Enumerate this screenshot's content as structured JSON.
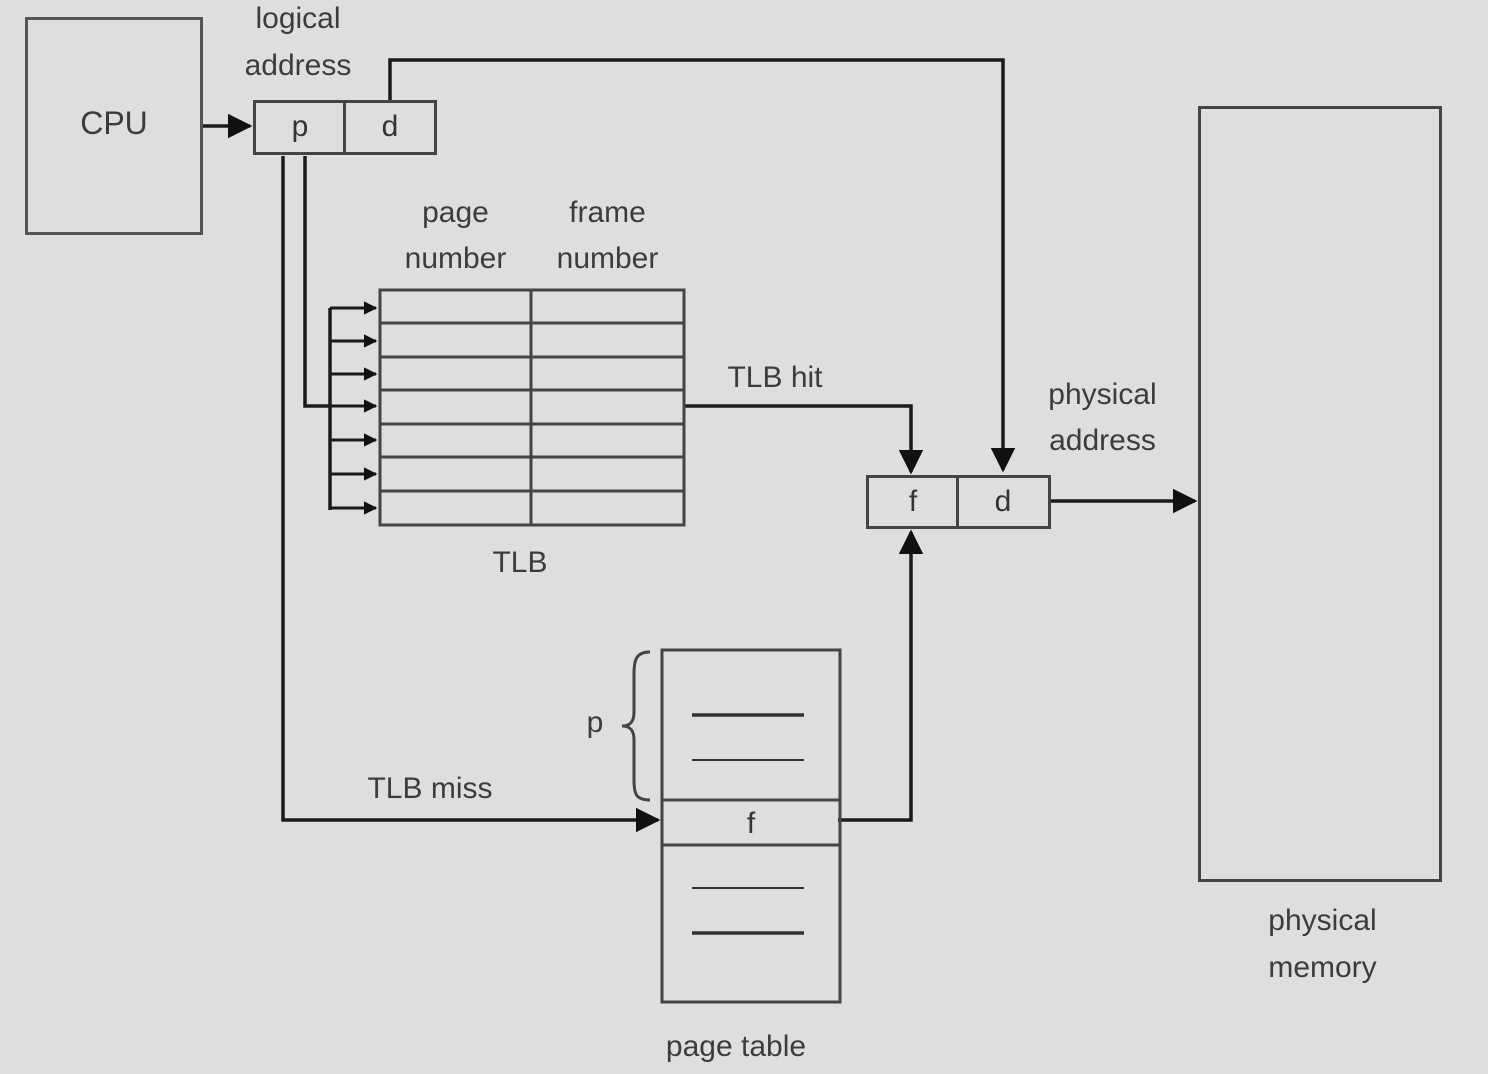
{
  "cpu": {
    "label": "CPU"
  },
  "logical_address": {
    "caption_line1": "logical",
    "caption_line2": "address",
    "field_p": "p",
    "field_d": "d"
  },
  "tlb": {
    "col_page_line1": "page",
    "col_page_line2": "number",
    "col_frame_line1": "frame",
    "col_frame_line2": "number",
    "label": "TLB",
    "hit_label": "TLB hit",
    "miss_label": "TLB miss"
  },
  "physical_address": {
    "caption_line1": "physical",
    "caption_line2": "address",
    "field_f": "f",
    "field_d": "d"
  },
  "page_table": {
    "label": "page table",
    "brace_label": "p",
    "entry_label": "f"
  },
  "physical_memory": {
    "caption_line1": "physical",
    "caption_line2": "memory"
  }
}
